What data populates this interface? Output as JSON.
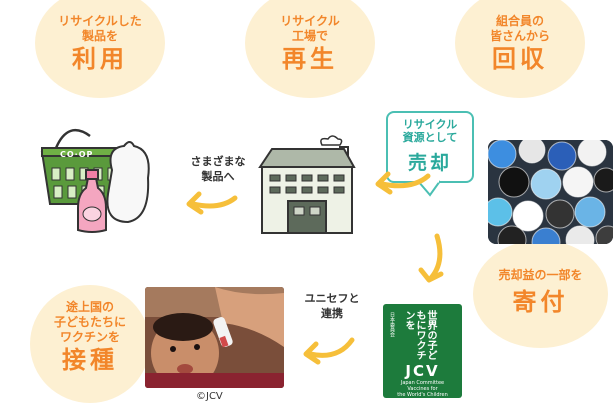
{
  "steps": {
    "utilize": {
      "small_line1": "リサイクルした",
      "small_line2": "製品を",
      "big": "利用"
    },
    "recycle": {
      "small_line1": "リサイクル",
      "small_line2": "工場で",
      "big": "再生"
    },
    "collect": {
      "small_line1": "組合員の",
      "small_line2": "皆さんから",
      "big": "回収"
    },
    "donate": {
      "small": "売却益の一部を",
      "big": "寄付"
    },
    "vaccinate": {
      "small_line1": "途上国の",
      "small_line2": "子どもたちに",
      "small_line3": "ワクチンを",
      "big": "接種"
    }
  },
  "callout": {
    "line1": "リサイクル",
    "line2": "資源として",
    "big": "売却"
  },
  "labels": {
    "products_line1": "さまざまな",
    "products_line2": "製品へ",
    "unicef_line1": "ユニセフと",
    "unicef_line2": "連携"
  },
  "basket_brand": "CO·OP",
  "jcv": {
    "vertical_text": "世界の子どもにワクチンを",
    "org_small": "日本委員会",
    "abbr": "JCV",
    "sub1": "Japan Committee",
    "sub2": "Vaccines for",
    "sub3": "the World's Children"
  },
  "credit": "©JCV",
  "colors": {
    "orange": "#f2862a",
    "teal": "#2aa99c",
    "blob": "#fdf0d2",
    "arrow": "#f6bf3a",
    "jcv_green": "#1d7b3c"
  }
}
